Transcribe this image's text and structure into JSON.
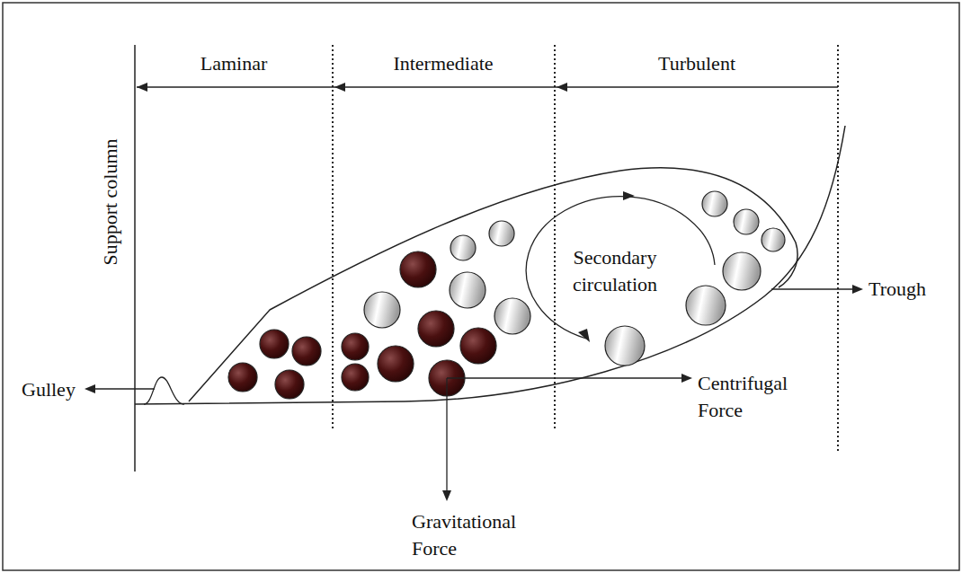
{
  "diagram": {
    "labels": [
      "Laminar",
      "Intermediate",
      "Turbulent",
      "Support column",
      "Gulley",
      "Secondary circulation",
      "Centrifugal Force",
      "Trough",
      "Gravitational Force"
    ]
  }
}
